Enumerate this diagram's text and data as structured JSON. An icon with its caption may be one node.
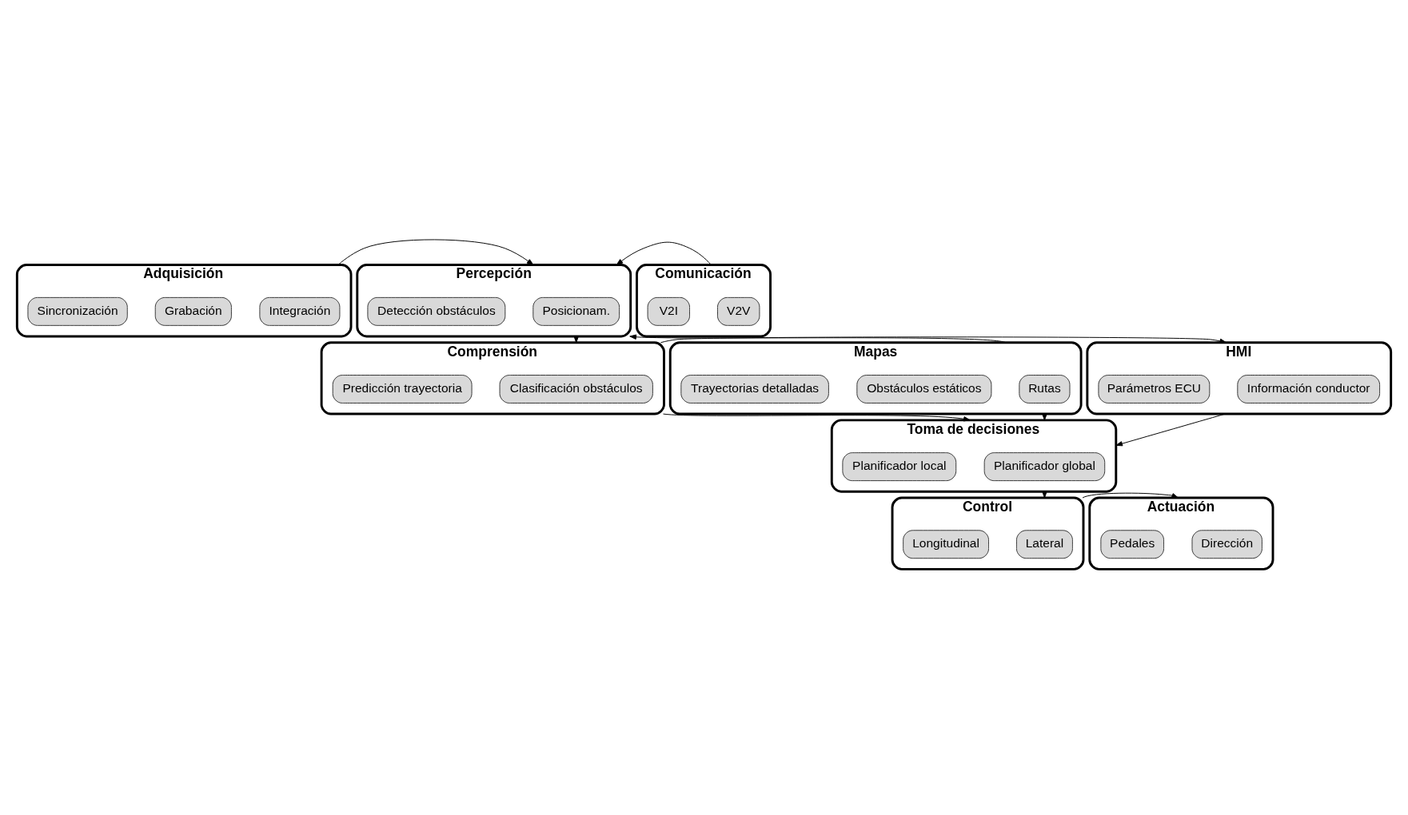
{
  "diagram": {
    "nodes": [
      {
        "text": [
          "Adquisición"
        ]
      },
      {
        "text": [
          "Integración"
        ],
        "in": 0
      },
      {
        "text": [
          "Grabación"
        ],
        "in": 0
      },
      {
        "text": [
          "Sincronización"
        ],
        "in": 0
      },
      {
        "text": [
          "Percepción"
        ]
      },
      {
        "text": [
          "Posicionam."
        ],
        "in": 4
      },
      {
        "text": [
          "Detección obstáculos"
        ],
        "in": 4
      },
      {
        "text": [
          "Comunicación"
        ]
      },
      {
        "text": [
          "V2V"
        ],
        "in": 7
      },
      {
        "text": [
          "V2I"
        ],
        "in": 7
      },
      {
        "text": [
          "Comprensión"
        ]
      },
      {
        "text": [
          "Clasificación obstáculos"
        ],
        "in": 10
      },
      {
        "text": [
          "Predicción trayectoria"
        ],
        "in": 10
      },
      {
        "text": [
          "HMI"
        ]
      },
      {
        "text": [
          "Información conductor"
        ],
        "in": 13
      },
      {
        "text": [
          "Parámetros ECU"
        ],
        "in": 13
      },
      {
        "text": [
          "Mapas"
        ]
      },
      {
        "text": [
          "Rutas"
        ],
        "in": 16
      },
      {
        "text": [
          "Obstáculos estáticos"
        ],
        "in": 16
      },
      {
        "text": [
          "Trayectorias detalladas"
        ],
        "in": 16
      },
      {
        "text": [
          "Toma de decisiones"
        ]
      },
      {
        "text": [
          "Planificador global"
        ],
        "in": 20
      },
      {
        "text": [
          "Planificador local"
        ],
        "in": 20
      },
      {
        "text": [
          "Control"
        ]
      },
      {
        "text": [
          "Lateral"
        ],
        "in": 23
      },
      {
        "text": [
          "Longitudinal"
        ],
        "in": 23
      },
      {
        "text": [
          "Actuación"
        ]
      },
      {
        "text": [
          "Dirección"
        ],
        "in": 26
      },
      {
        "text": [
          "Pedales"
        ],
        "in": 26
      }
    ],
    "edges": [
      {
        "from": 0,
        "to": 4,
        "arrow": "to"
      },
      {
        "from": 7,
        "to": 4,
        "arrow": "to"
      },
      {
        "from": 16,
        "to": 4,
        "arrow": "to"
      },
      {
        "from": 4,
        "to": 10,
        "arrow": "to"
      },
      {
        "from": 10,
        "to": 13,
        "arrow": "to"
      },
      {
        "from": 10,
        "to": 20,
        "arrow": "to"
      },
      {
        "from": 13,
        "to": 20,
        "arrow": "to"
      },
      {
        "from": 16,
        "to": 20,
        "arrow": "to"
      },
      {
        "from": 20,
        "to": 23,
        "arrow": "to"
      },
      {
        "from": 23,
        "to": 26,
        "arrow": "to"
      }
    ]
  }
}
